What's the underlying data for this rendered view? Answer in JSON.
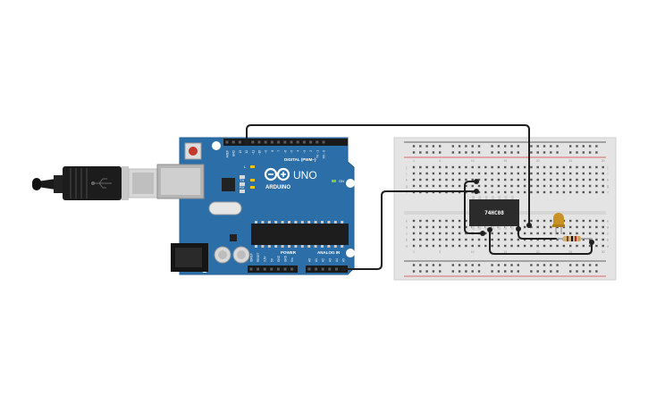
{
  "board": {
    "brand": "ARDUINO",
    "model": "UNO",
    "digital_header_label": "DIGITAL (PWM~)",
    "power_header_label": "POWER",
    "analog_header_label": "ANALOG IN",
    "on_label": "ON",
    "led_l_label": "L",
    "led_tx_label": "TX",
    "led_rx_label": "RX",
    "aref_label": "AREF",
    "gnd_label": "GND",
    "digital_pins": [
      "13",
      "12",
      "~11",
      "~10",
      "~9",
      "8",
      "7",
      "~6",
      "~5",
      "4",
      "~3",
      "2",
      "TX→1",
      "RX←0"
    ],
    "power_pins": [
      "IOREF",
      "RESET",
      "3.3V",
      "5V",
      "GND",
      "GND",
      "Vin"
    ],
    "analog_pins": [
      "A0",
      "A1",
      "A2",
      "A3",
      "A4",
      "A5"
    ]
  },
  "chip": {
    "label": "74HC08"
  },
  "breadboard": {
    "row_letters_top": [
      "j",
      "i",
      "h",
      "g",
      "f"
    ],
    "row_letters_bottom": [
      "e",
      "d",
      "c",
      "b",
      "a"
    ],
    "column_numbers": [
      "1",
      "5",
      "10",
      "15",
      "20",
      "25",
      "30"
    ]
  },
  "colors": {
    "board_blue": "#2b6ea8",
    "wire": "#1f1f1f",
    "breadboard": "#e4e4e4",
    "rail_red": "#d33f3f",
    "rail_black": "#333333",
    "chip": "#2b2b2b",
    "led": "#c99224"
  }
}
